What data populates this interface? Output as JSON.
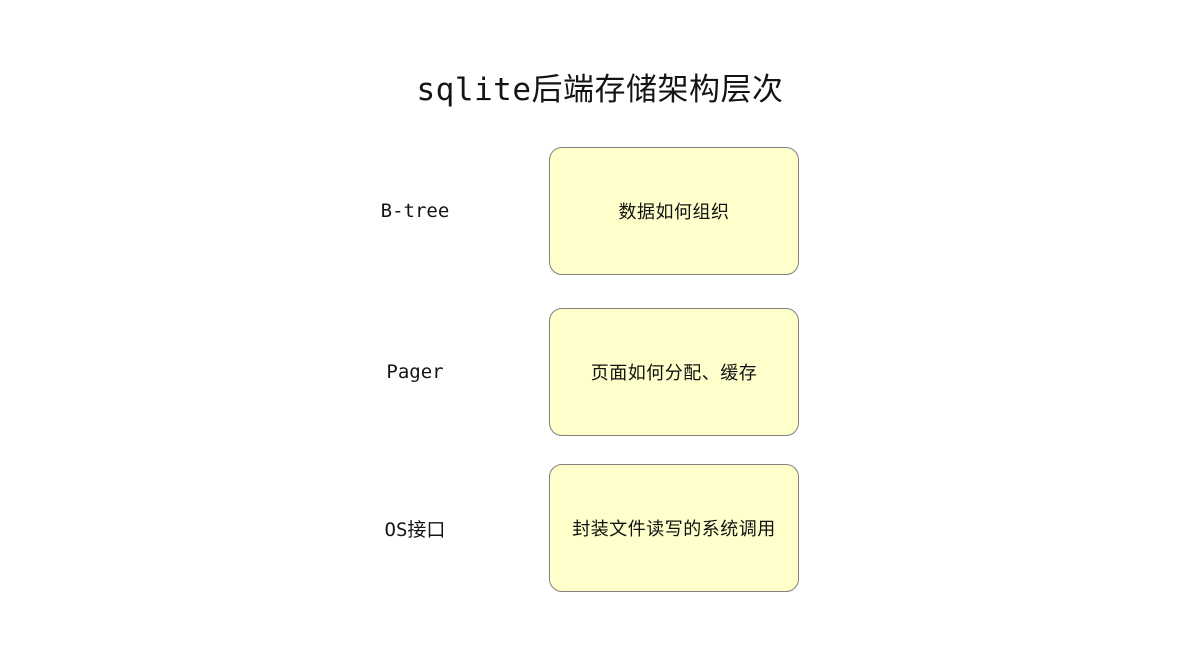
{
  "diagram": {
    "title": "sqlite后端存储架构层次",
    "background_color": "#ffffff",
    "box_fill_color": "#ffffcc",
    "box_border_color": "#808080",
    "text_color": "#141414",
    "layers": [
      {
        "label": "B-tree",
        "description": "数据如何组织"
      },
      {
        "label": "Pager",
        "description": "页面如何分配、缓存"
      },
      {
        "label": "OS接口",
        "description": "封装文件读写的系统调用"
      }
    ]
  }
}
